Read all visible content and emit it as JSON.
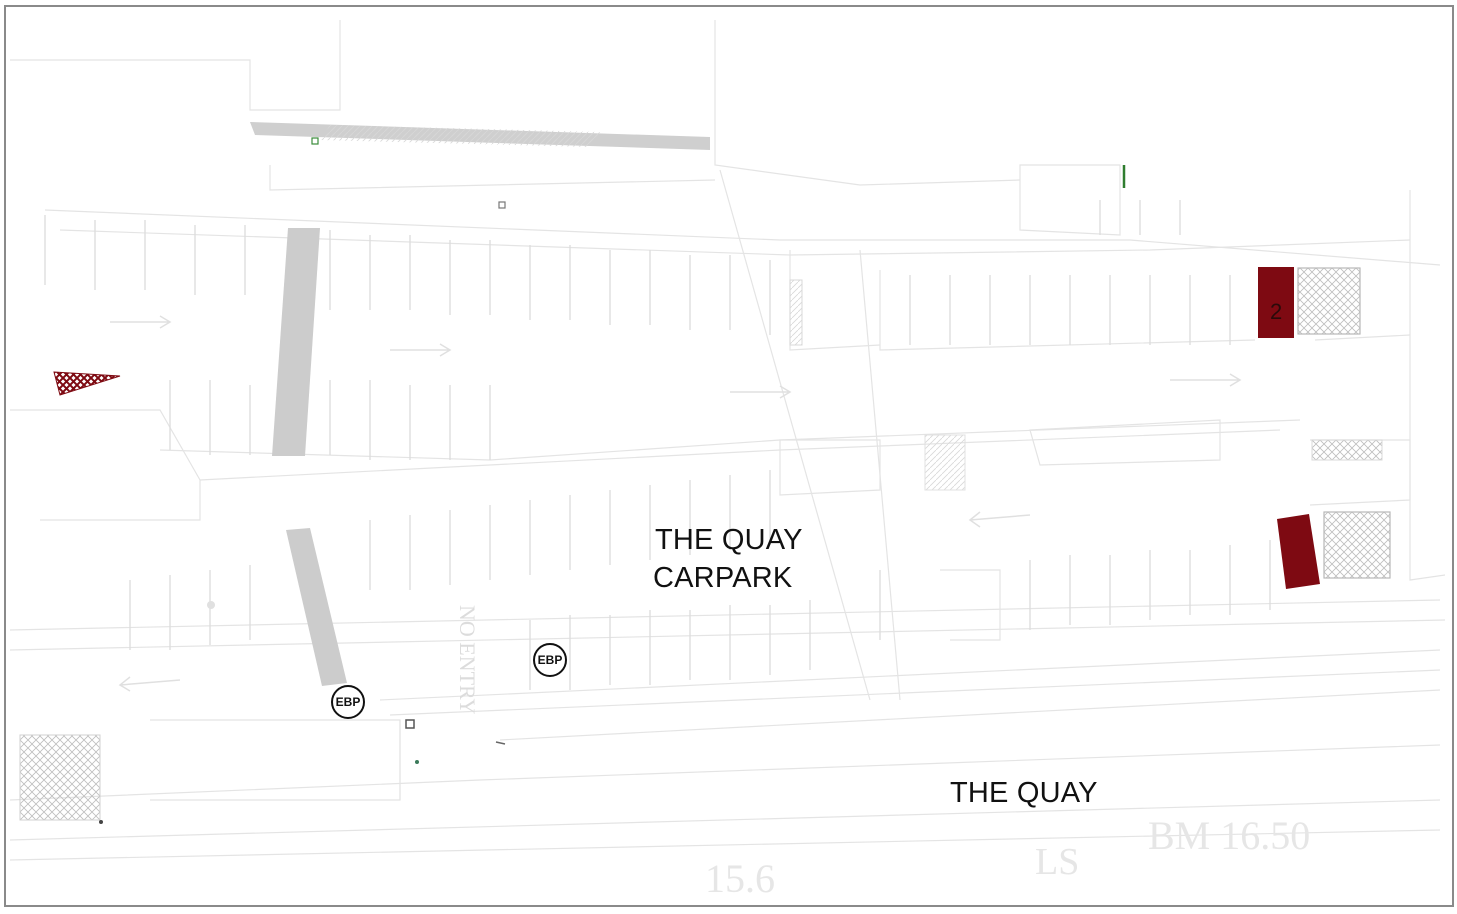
{
  "labels": {
    "carpark_line1": "THE QUAY",
    "carpark_line2": "CARPARK",
    "street": "THE QUAY",
    "benchmark": "BM 16.50",
    "level": "15.6",
    "ls": "LS",
    "no_entry": "NO ENTRY",
    "bay_number": "2"
  },
  "markers": {
    "ebp_1": "EBP",
    "ebp_2": "EBP"
  },
  "colors": {
    "highlight_bay": "#7e0a12",
    "hatch_bay": "#cfcfcf",
    "island": "#cccccc",
    "linework": "#e3e3e3",
    "border": "#8a8a8a"
  },
  "icons": {
    "ebp_marker": "circle-with-text",
    "hatched_triangle": "cross-hatched-wedge"
  }
}
